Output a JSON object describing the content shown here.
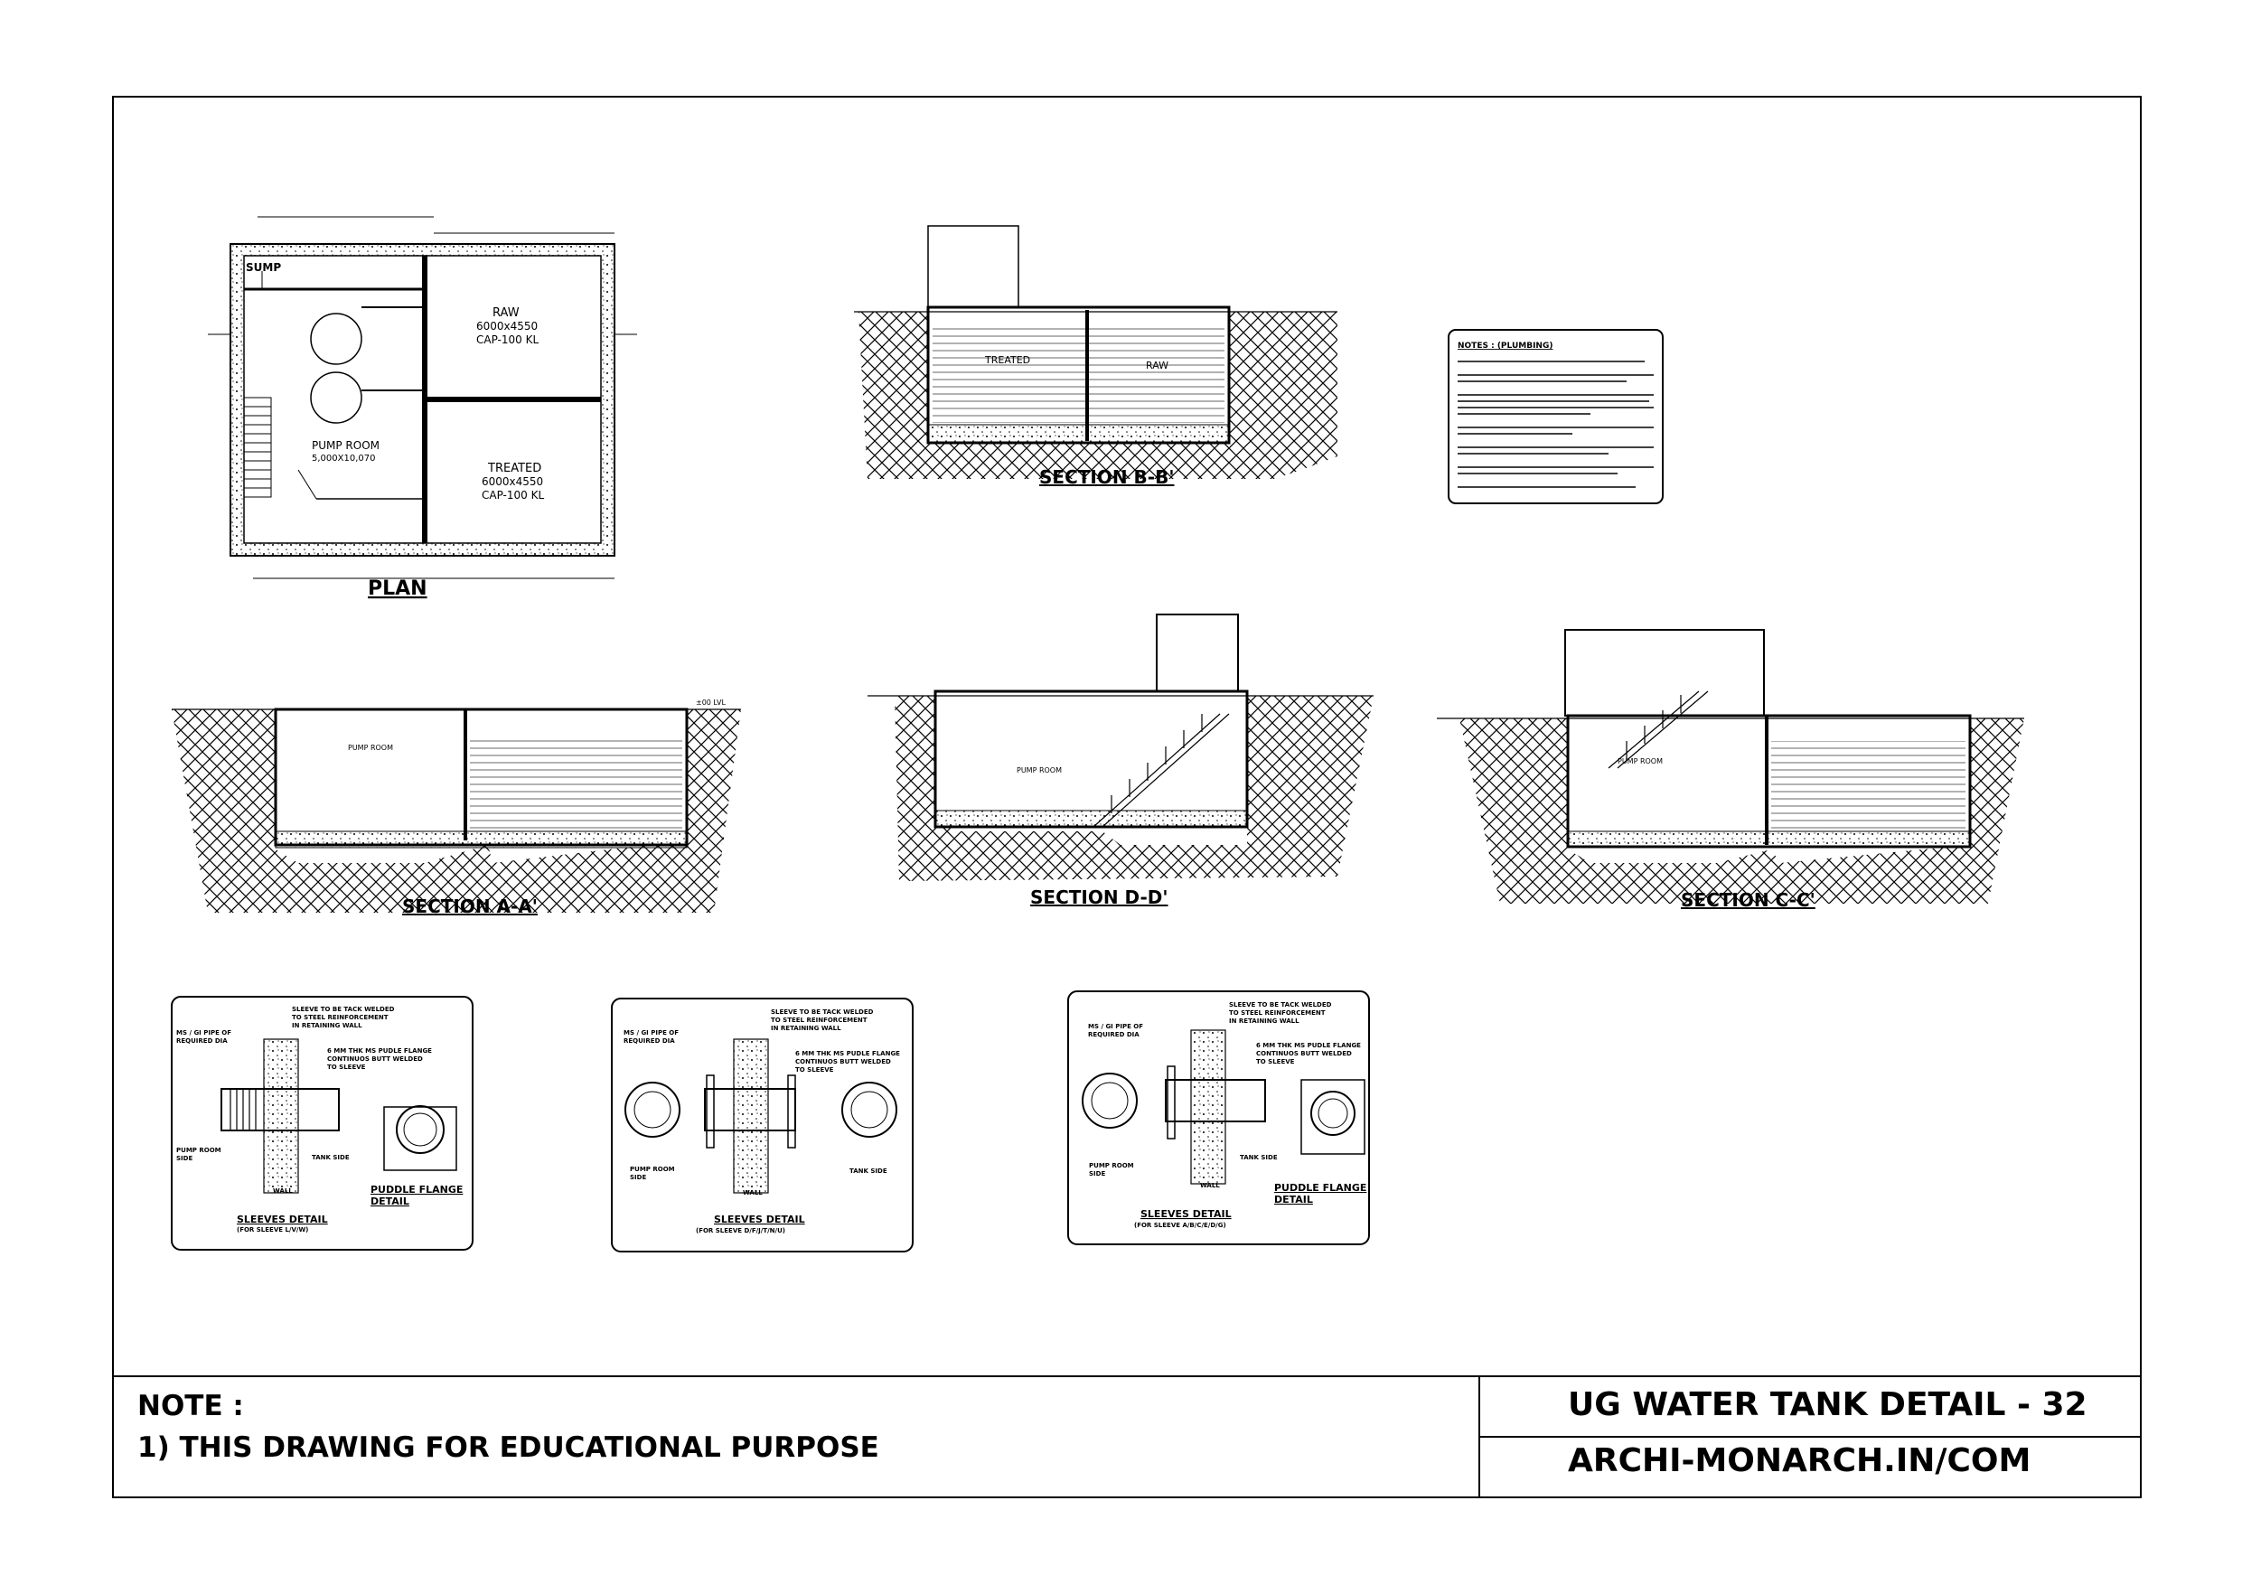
{
  "drawing": {
    "plan_title": "PLAN",
    "plan_labels": {
      "sump": "SUMP",
      "raw": "RAW",
      "raw_size": "6000x4550",
      "raw_cap": "CAP-100 KL",
      "treated": "TREATED",
      "treated_size": "6000x4550",
      "treated_cap": "CAP-100 KL",
      "pump_room": "PUMP ROOM",
      "pump_room_size": "5,000X10,070"
    },
    "section_bb": {
      "title": "SECTION B-B'",
      "label_treated": "TREATED",
      "label_raw": "RAW"
    },
    "section_aa": {
      "title": "SECTION A-A'",
      "label_pump_room": "PUMP ROOM",
      "label_gl": "±00 LVL"
    },
    "section_dd": {
      "title": "SECTION D-D'",
      "label_pump_room": "PUMP ROOM"
    },
    "section_cc": {
      "title": "SECTION C-C'",
      "label_pump_room": "PUMP ROOM"
    },
    "notes_box_title": "NOTES : (PLUMBING)",
    "sleeve_details": [
      {
        "title": "SLEEVES DETAIL",
        "subtitle": "(FOR SLEEVE L/V/W)",
        "pipe_label_1": "MS / GI PIPE OF",
        "pipe_label_2": "REQUIRED DIA",
        "sleeve_label_1": "SLEEVE TO BE TACK WELDED",
        "sleeve_label_2": "TO STEEL REINFORCEMENT",
        "sleeve_label_3": "IN RETAINING WALL",
        "flange_label_1": "6 MM THK MS PUDLE FLANGE",
        "flange_label_2": "CONTINUOS BUTT WELDED",
        "flange_label_3": "TO SLEEVE",
        "pump_side_1": "PUMP ROOM",
        "pump_side_2": "SIDE",
        "tank_side": "TANK SIDE",
        "wall": "WALL",
        "puddle_1": "PUDDLE FLANGE",
        "puddle_2": "DETAIL"
      },
      {
        "title": "SLEEVES DETAIL",
        "subtitle": "(FOR SLEEVE D/F/J/T/N/U)",
        "pipe_label_1": "MS / GI PIPE OF",
        "pipe_label_2": "REQUIRED DIA",
        "sleeve_label_1": "SLEEVE TO BE TACK WELDED",
        "sleeve_label_2": "TO STEEL REINFORCEMENT",
        "sleeve_label_3": "IN RETAINING WALL",
        "flange_label_1": "6 MM THK MS PUDLE FLANGE",
        "flange_label_2": "CONTINUOS BUTT WELDED",
        "flange_label_3": "TO SLEEVE",
        "pump_side_1": "PUMP ROOM",
        "pump_side_2": "SIDE",
        "tank_side": "TANK SIDE",
        "wall": "WALL"
      },
      {
        "title": "SLEEVES DETAIL",
        "subtitle": "(FOR SLEEVE A/B/C/E/D/G)",
        "pipe_label_1": "MS / GI PIPE OF",
        "pipe_label_2": "REQUIRED DIA",
        "sleeve_label_1": "SLEEVE TO BE TACK WELDED",
        "sleeve_label_2": "TO STEEL REINFORCEMENT",
        "sleeve_label_3": "IN RETAINING WALL",
        "flange_label_1": "6 MM THK MS PUDLE FLANGE",
        "flange_label_2": "CONTINUOS BUTT WELDED",
        "flange_label_3": "TO SLEEVE",
        "pump_side_1": "PUMP ROOM",
        "pump_side_2": "SIDE",
        "tank_side": "TANK SIDE",
        "wall": "WALL",
        "puddle_1": "PUDDLE FLANGE",
        "puddle_2": "DETAIL"
      }
    ]
  },
  "title_block": {
    "note_heading": "NOTE :",
    "note_line_1": "1) THIS DRAWING FOR EDUCATIONAL PURPOSE",
    "title": "UG WATER TANK DETAIL - 32",
    "website": "ARCHI-MONARCH.IN/COM"
  }
}
